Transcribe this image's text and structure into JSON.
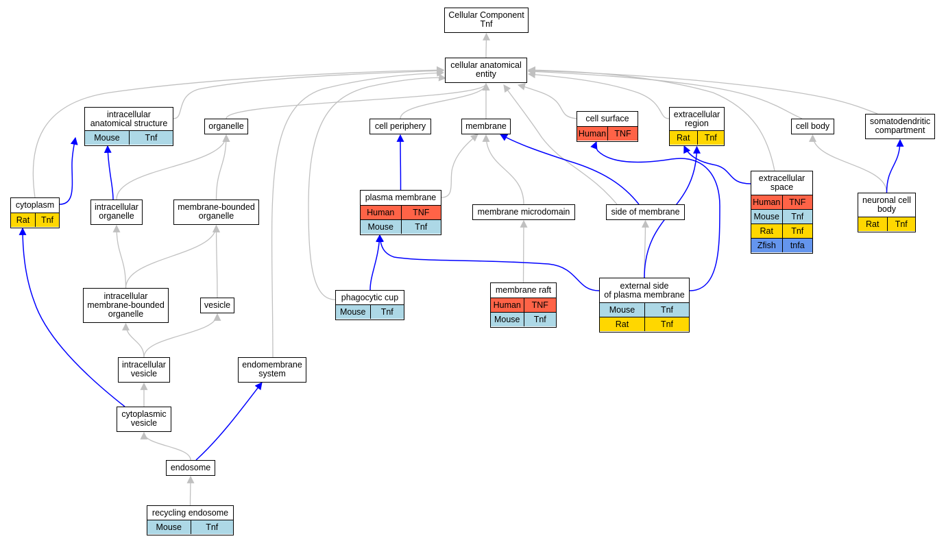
{
  "colors": {
    "is_a_edge": "#c0c0c0",
    "part_of_edge": "#0000ff",
    "Human": "#ff6347",
    "Mouse": "#add8e6",
    "Rat": "#ffd700",
    "Zfish": "#6495ed"
  },
  "nodes": [
    {
      "id": "root",
      "label": [
        "Cellular Component",
        "Tnf"
      ],
      "rows": []
    },
    {
      "id": "cae",
      "label": [
        "cellular anatomical",
        "entity"
      ],
      "rows": []
    },
    {
      "id": "ias",
      "label": [
        "intracellular",
        "anatomical structure"
      ],
      "rows": [
        [
          "Mouse",
          "Tnf"
        ]
      ]
    },
    {
      "id": "organelle",
      "label": [
        "organelle"
      ],
      "rows": []
    },
    {
      "id": "periphery",
      "label": [
        "cell periphery"
      ],
      "rows": []
    },
    {
      "id": "membrane",
      "label": [
        "membrane"
      ],
      "rows": []
    },
    {
      "id": "surface",
      "label": [
        "cell surface"
      ],
      "rows": [
        [
          "Human",
          "TNF"
        ]
      ]
    },
    {
      "id": "exregion",
      "label": [
        "extracellular",
        "region"
      ],
      "rows": [
        [
          "Rat",
          "Tnf"
        ]
      ]
    },
    {
      "id": "cellbody",
      "label": [
        "cell body"
      ],
      "rows": []
    },
    {
      "id": "somato",
      "label": [
        "somatodendritic",
        "compartment"
      ],
      "rows": []
    },
    {
      "id": "cytoplasm",
      "label": [
        "cytoplasm"
      ],
      "rows": [
        [
          "Rat",
          "Tnf"
        ]
      ]
    },
    {
      "id": "intorg",
      "label": [
        "intracellular",
        "organelle"
      ],
      "rows": []
    },
    {
      "id": "mbo",
      "label": [
        "membrane-bounded",
        "organelle"
      ],
      "rows": []
    },
    {
      "id": "pm",
      "label": [
        "plasma membrane"
      ],
      "rows": [
        [
          "Human",
          "TNF"
        ],
        [
          "Mouse",
          "Tnf"
        ]
      ]
    },
    {
      "id": "microdomain",
      "label": [
        "membrane microdomain"
      ],
      "rows": []
    },
    {
      "id": "side",
      "label": [
        "side of membrane"
      ],
      "rows": []
    },
    {
      "id": "exspace",
      "label": [
        "extracellular",
        "space"
      ],
      "rows": [
        [
          "Human",
          "TNF"
        ],
        [
          "Mouse",
          "Tnf"
        ],
        [
          "Rat",
          "Tnf"
        ],
        [
          "Zfish",
          "tnfa"
        ]
      ]
    },
    {
      "id": "neuronal",
      "label": [
        "neuronal cell",
        "body"
      ],
      "rows": [
        [
          "Rat",
          "Tnf"
        ]
      ]
    },
    {
      "id": "imbo",
      "label": [
        "intracellular",
        "membrane-bounded",
        "organelle"
      ],
      "rows": []
    },
    {
      "id": "vesicle",
      "label": [
        "vesicle"
      ],
      "rows": []
    },
    {
      "id": "phago",
      "label": [
        "phagocytic cup"
      ],
      "rows": [
        [
          "Mouse",
          "Tnf"
        ]
      ]
    },
    {
      "id": "raft",
      "label": [
        "membrane raft"
      ],
      "rows": [
        [
          "Human",
          "TNF"
        ],
        [
          "Mouse",
          "Tnf"
        ]
      ]
    },
    {
      "id": "extside",
      "label": [
        "external side",
        "of plasma membrane"
      ],
      "rows": [
        [
          "Mouse",
          "Tnf"
        ],
        [
          "Rat",
          "Tnf"
        ]
      ]
    },
    {
      "id": "intves",
      "label": [
        "intracellular",
        "vesicle"
      ],
      "rows": []
    },
    {
      "id": "endomem",
      "label": [
        "endomembrane",
        "system"
      ],
      "rows": []
    },
    {
      "id": "cytoves",
      "label": [
        "cytoplasmic",
        "vesicle"
      ],
      "rows": []
    },
    {
      "id": "endosome",
      "label": [
        "endosome"
      ],
      "rows": []
    },
    {
      "id": "recycling",
      "label": [
        "recycling endosome"
      ],
      "rows": [
        [
          "Mouse",
          "Tnf"
        ]
      ]
    }
  ],
  "edges": [
    {
      "from": "cae",
      "to": "root",
      "type": "is_a"
    },
    {
      "from": "ias",
      "to": "cae",
      "type": "is_a"
    },
    {
      "from": "organelle",
      "to": "cae",
      "type": "is_a"
    },
    {
      "from": "periphery",
      "to": "cae",
      "type": "is_a"
    },
    {
      "from": "membrane",
      "to": "cae",
      "type": "is_a"
    },
    {
      "from": "surface",
      "to": "cae",
      "type": "is_a"
    },
    {
      "from": "exregion",
      "to": "cae",
      "type": "is_a"
    },
    {
      "from": "cellbody",
      "to": "cae",
      "type": "is_a"
    },
    {
      "from": "somato",
      "to": "cae",
      "type": "is_a"
    },
    {
      "from": "cytoplasm",
      "to": "cae",
      "type": "is_a"
    },
    {
      "from": "endomem",
      "to": "cae",
      "type": "is_a"
    },
    {
      "from": "phago",
      "to": "cae",
      "type": "is_a"
    },
    {
      "from": "side",
      "to": "cae",
      "type": "is_a"
    },
    {
      "from": "exspace",
      "to": "cae",
      "type": "is_a"
    },
    {
      "from": "cytoplasm",
      "to": "ias",
      "type": "part_of"
    },
    {
      "from": "intorg",
      "to": "ias",
      "type": "part_of"
    },
    {
      "from": "intorg",
      "to": "organelle",
      "type": "is_a"
    },
    {
      "from": "mbo",
      "to": "organelle",
      "type": "is_a"
    },
    {
      "from": "pm",
      "to": "periphery",
      "type": "part_of"
    },
    {
      "from": "pm",
      "to": "membrane",
      "type": "is_a"
    },
    {
      "from": "microdomain",
      "to": "membrane",
      "type": "is_a"
    },
    {
      "from": "side",
      "to": "membrane",
      "type": "part_of"
    },
    {
      "from": "exspace",
      "to": "exregion",
      "type": "part_of"
    },
    {
      "from": "neuronal",
      "to": "cellbody",
      "type": "is_a"
    },
    {
      "from": "neuronal",
      "to": "somato",
      "type": "part_of"
    },
    {
      "from": "imbo",
      "to": "intorg",
      "type": "is_a"
    },
    {
      "from": "imbo",
      "to": "mbo",
      "type": "is_a"
    },
    {
      "from": "vesicle",
      "to": "mbo",
      "type": "is_a"
    },
    {
      "from": "phago",
      "to": "pm",
      "type": "part_of"
    },
    {
      "from": "raft",
      "to": "microdomain",
      "type": "is_a"
    },
    {
      "from": "extside",
      "to": "side",
      "type": "is_a"
    },
    {
      "from": "extside",
      "to": "pm",
      "type": "part_of"
    },
    {
      "from": "extside",
      "to": "surface",
      "type": "part_of"
    },
    {
      "from": "extside",
      "to": "exregion",
      "type": "part_of"
    },
    {
      "from": "intves",
      "to": "imbo",
      "type": "is_a"
    },
    {
      "from": "intves",
      "to": "vesicle",
      "type": "is_a"
    },
    {
      "from": "cytoves",
      "to": "intves",
      "type": "is_a"
    },
    {
      "from": "cytoves",
      "to": "cytoplasm",
      "type": "part_of"
    },
    {
      "from": "endosome",
      "to": "cytoves",
      "type": "is_a"
    },
    {
      "from": "endosome",
      "to": "endomem",
      "type": "part_of"
    },
    {
      "from": "recycling",
      "to": "endosome",
      "type": "is_a"
    }
  ]
}
